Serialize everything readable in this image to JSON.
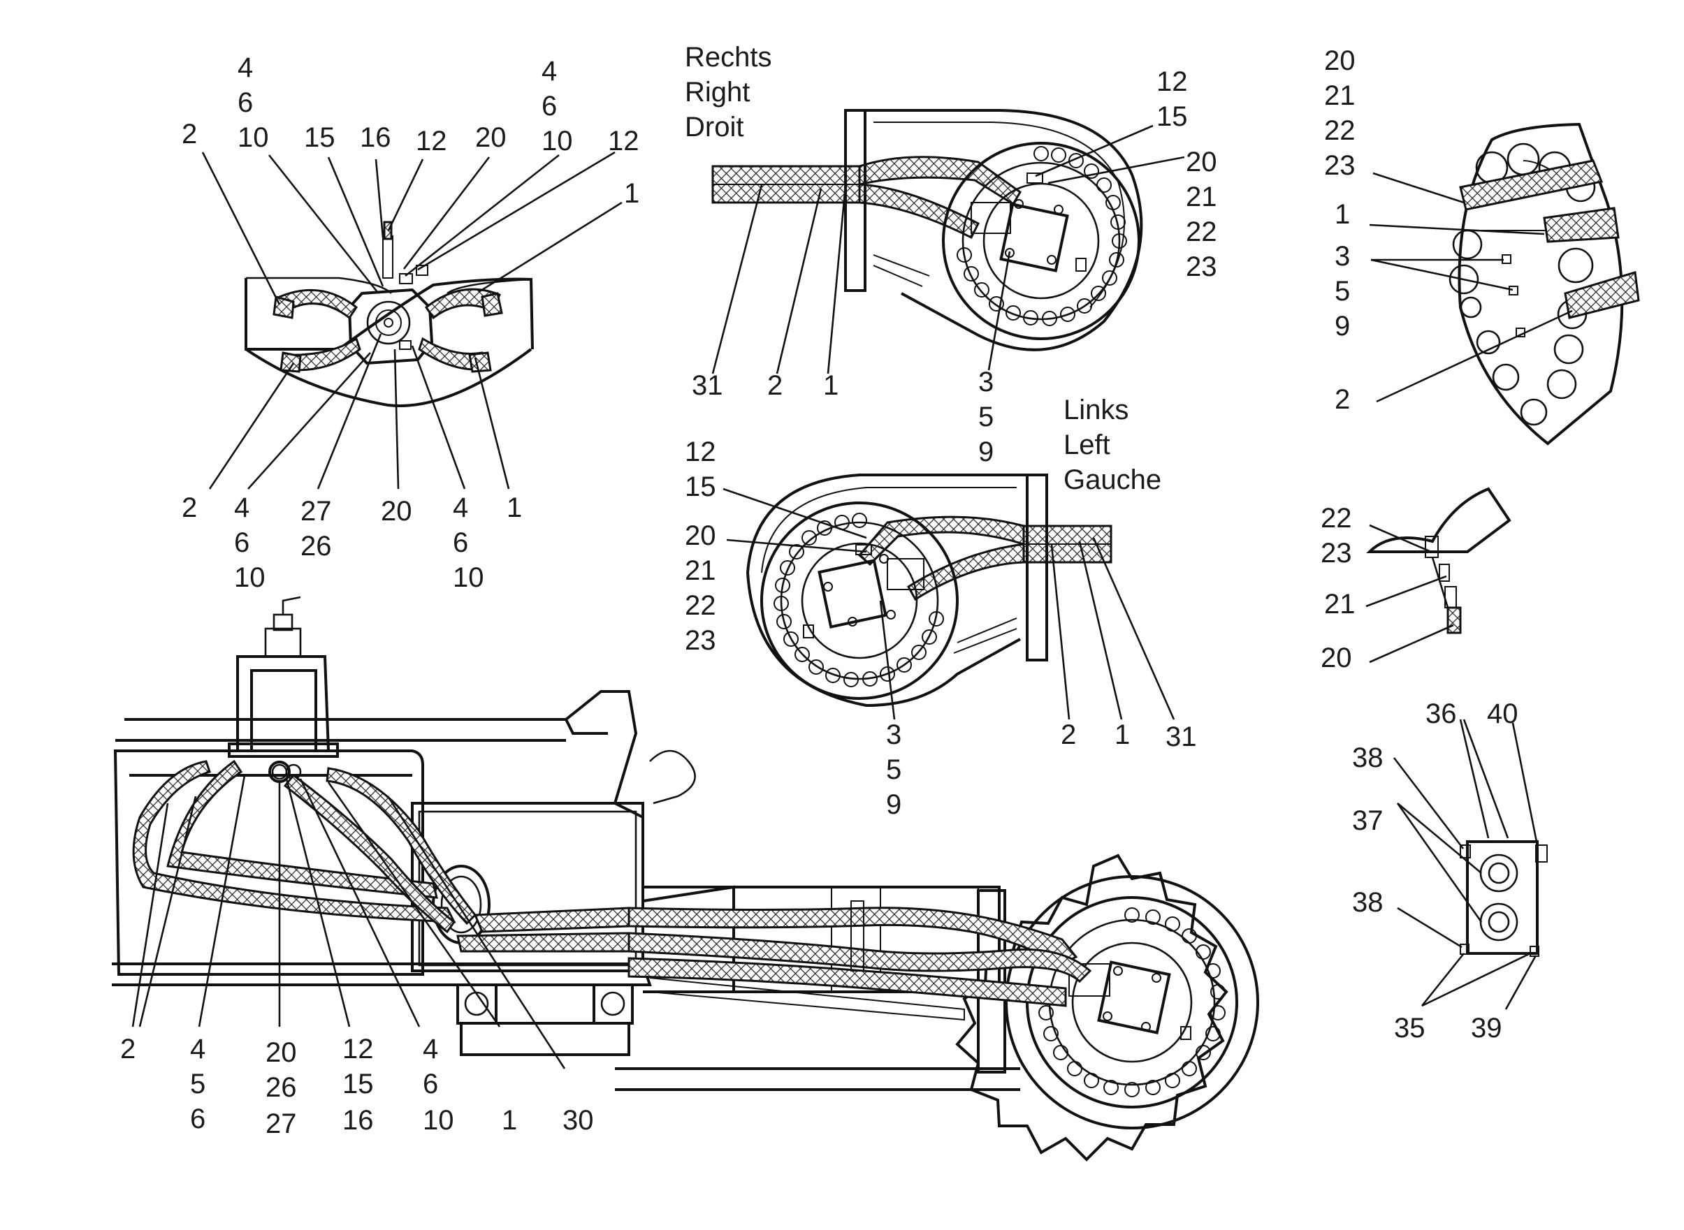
{
  "view_top": {
    "labels": [
      "4",
      "6",
      "10",
      "4",
      "6",
      "10",
      "2",
      "15",
      "16",
      "12",
      "20",
      "12",
      "1",
      "2",
      "4",
      "6",
      "10",
      "27",
      "26",
      "20",
      "4",
      "6",
      "10",
      "1"
    ]
  },
  "view_right": {
    "caption": [
      "Rechts",
      "Right",
      "Droit"
    ],
    "labels": [
      "12",
      "15",
      "20",
      "21",
      "22",
      "23",
      "31",
      "2",
      "1",
      "3",
      "5",
      "9"
    ]
  },
  "view_left": {
    "caption": [
      "Links",
      "Left",
      "Gauche"
    ],
    "labels": [
      "12",
      "15",
      "20",
      "21",
      "22",
      "23",
      "3",
      "5",
      "9",
      "2",
      "1",
      "31"
    ]
  },
  "view_segment": {
    "labels": [
      "20",
      "21",
      "22",
      "23",
      "1",
      "3",
      "5",
      "9",
      "2"
    ]
  },
  "view_fitting": {
    "labels": [
      "22",
      "23",
      "21",
      "20"
    ]
  },
  "view_block": {
    "labels": [
      "36",
      "40",
      "38",
      "37",
      "38",
      "35",
      "39"
    ]
  },
  "view_side": {
    "labels": [
      "2",
      "4",
      "5",
      "6",
      "20",
      "26",
      "27",
      "12",
      "15",
      "16",
      "4",
      "6",
      "10",
      "1",
      "30"
    ]
  }
}
